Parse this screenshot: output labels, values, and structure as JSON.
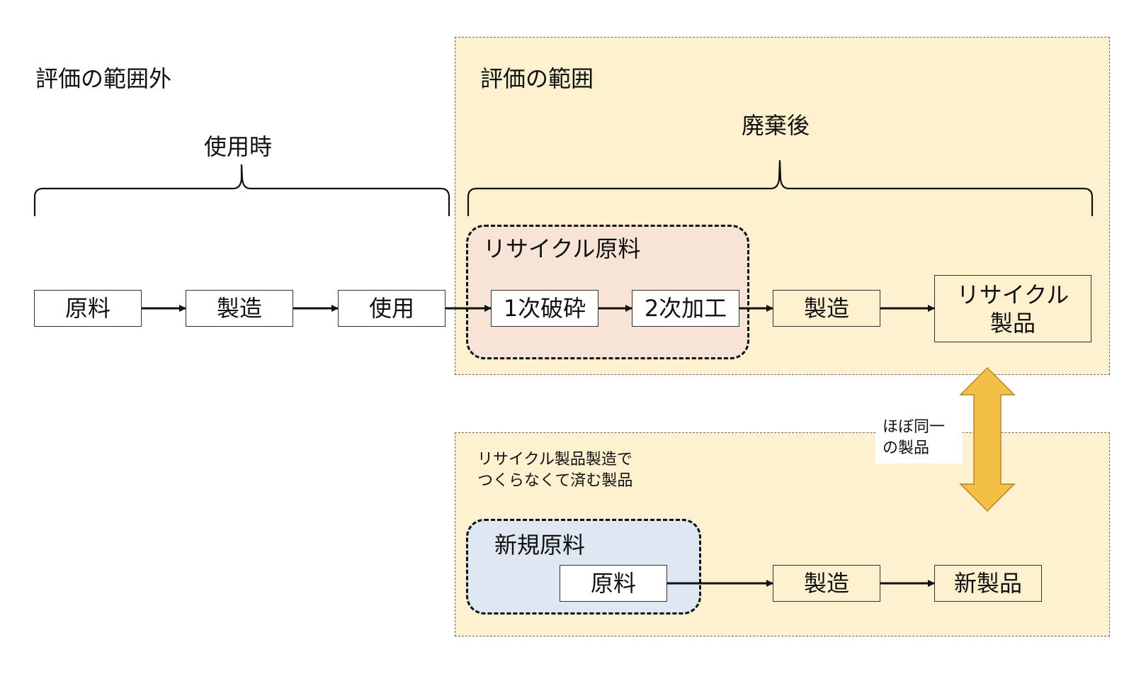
{
  "labels": {
    "out_of_scope": "評価の範囲外",
    "scope": "評価の範囲",
    "in_use": "使用時",
    "after_disposal": "廃棄後",
    "recycle_material": "リサイクル原料",
    "virgin_material": "新規原料",
    "avoided_products": "リサイクル製品製造で\nつくらなくて済む製品",
    "equivalent": "ほぼ同一\nの製品"
  },
  "boxes": {
    "raw_material": "原料",
    "manufacturing1": "製造",
    "use": "使用",
    "primary_crushing": "1次破砕",
    "secondary_processing": "2次加工",
    "manufacturing2": "製造",
    "recycled_product": "リサイクル\n製品",
    "raw_material2": "原料",
    "manufacturing3": "製造",
    "new_product": "新製品"
  },
  "colors": {
    "scope_fill": "#fdf1cf",
    "recycle_group_fill": "#f7e4d6",
    "virgin_group_fill": "#dfe7f2",
    "arrow_fill": "#f3bf45",
    "arrow_stroke": "#b8862a"
  }
}
